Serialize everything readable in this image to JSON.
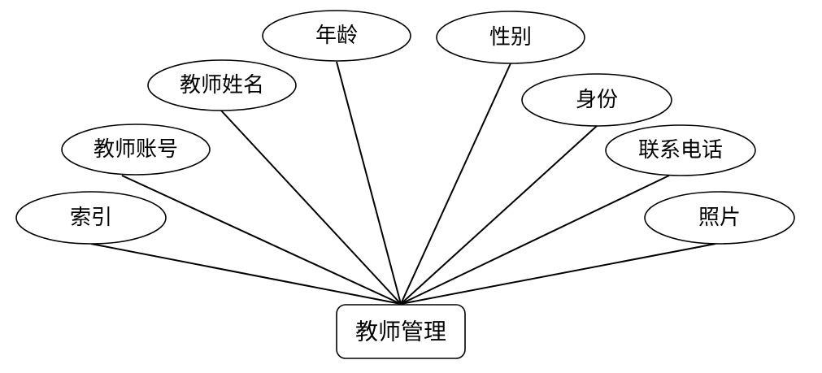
{
  "entity": {
    "label": "教师管理"
  },
  "attributes": [
    {
      "label": "索引"
    },
    {
      "label": "教师账号"
    },
    {
      "label": "教师姓名"
    },
    {
      "label": "年龄"
    },
    {
      "label": "性别"
    },
    {
      "label": "身份"
    },
    {
      "label": "联系电话"
    },
    {
      "label": "照片"
    }
  ]
}
